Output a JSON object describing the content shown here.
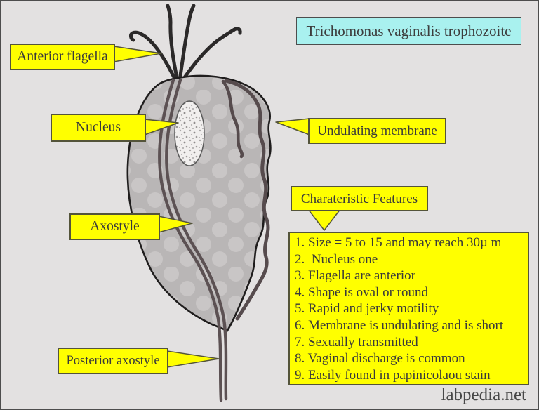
{
  "title": "Trichomonas vaginalis trophozoite",
  "watermark": "labpedia.net",
  "labels": {
    "anterior_flagella": "Anterior flagella",
    "nucleus": "Nucleus",
    "undulating_membrane": "Undulating membrane",
    "axostyle": "Axostyle",
    "features_title": "Charateristic Features",
    "posterior_axostyle": "Posterior axostyle"
  },
  "features": {
    "items": [
      "1. Size = 5 to 15 and may reach 30µ m",
      "2.  Nucleus one",
      "3. Flagella are anterior",
      "4. Shape is oval or round",
      "5. Rapid and jerky motility",
      "6. Membrane is undulating and is short",
      "7. Sexually transmitted",
      "8. Vaginal discharge is common",
      "9. Easily found in papinicolaou stain"
    ]
  },
  "colors": {
    "background": "#e3e1e1",
    "label_bg": "#ffff00",
    "label_border": "#54543a",
    "title_bg": "#a9f1ef",
    "cell_body": "#b9b6b6",
    "cell_dots": "#c9c6c6",
    "cell_outline": "#1f1d1d",
    "flagella": "#2b2929",
    "axostyle_line": "#5c5153",
    "membrane_line": "#564b4d",
    "nucleus_fill": "#f1efee",
    "text": "#3a3a3a"
  }
}
